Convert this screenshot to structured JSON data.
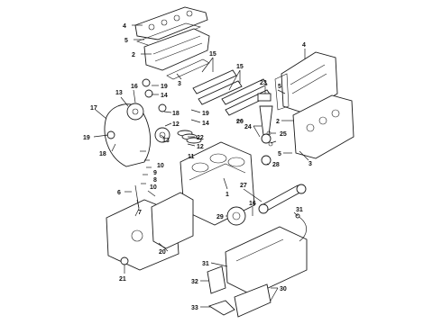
{
  "diagram": {
    "callouts": [
      "1",
      "2",
      "3",
      "4",
      "5",
      "6",
      "7",
      "8",
      "9",
      "10",
      "11",
      "12",
      "13",
      "14",
      "15",
      "16",
      "17",
      "18",
      "19",
      "20",
      "21",
      "22",
      "23",
      "24",
      "25",
      "26",
      "27",
      "28",
      "29",
      "30",
      "31",
      "32",
      "33"
    ],
    "repeat_callouts": [
      "4",
      "5",
      "2",
      "3",
      "15",
      "14",
      "19",
      "18"
    ]
  }
}
